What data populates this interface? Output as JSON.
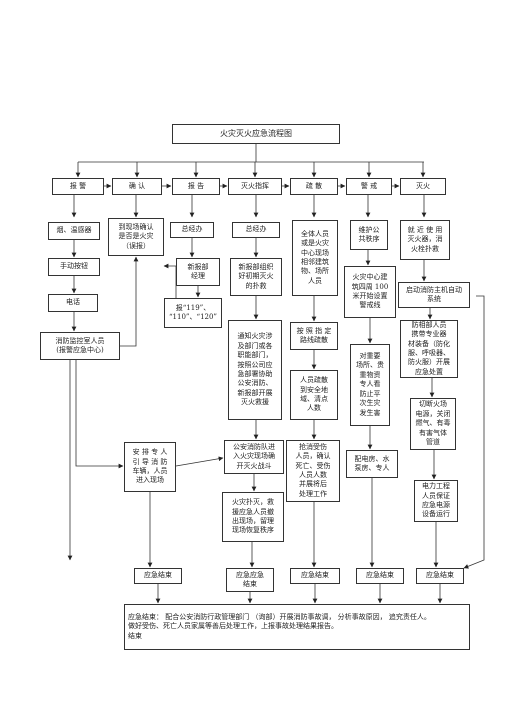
{
  "title": "火灾灭火应急流程图",
  "stages": [
    "报 警",
    "确 认",
    "报 告",
    "灭火指挥",
    "疏 散",
    "警 戒",
    "灭火"
  ],
  "nodes": {
    "smoke_detector": "烟、温感器",
    "manual_button": "手动按钮",
    "phone": "电话",
    "fire_control_room": "消防监控室人员\n(报警应急中心)",
    "onsite_confirm": "到现场确认\n是否是火灾\n（误报）",
    "gm_report": "总经办",
    "news_dept": "新报部\n经理",
    "call_119": "报“119”、\n“110”、“120”",
    "guide_firetruck": "安 排 专 人\n引 导 消 防\n车辆，人员\n进入现场",
    "cmd_gm": "总经办",
    "cmd_org": "新报部组织\n好初期灭火\n的扑救",
    "cmd_notify": "通知火灾涉\n及部门或各\n职能部门，\n按照公司应\n急部署协助\n公安消防、\n新报部开展\n灭火救援",
    "cmd_police_arrive": "公安消防队进\n入火灾现场确\n开灭火战斗",
    "cmd_after": "火灾扑灭，救\n援应急人员撤\n出现场，留理\n现场恢复秩序",
    "evac_all": "全体人员\n或是火灾\n中心现场\n相邻建筑\n物、场所\n人员",
    "evac_route": "按 照 指 定\n路线疏散",
    "evac_safe": "人员疏散\n到安全地\n域、清点\n人数",
    "evac_rescue": "抢消受伤\n人员，确认\n死亡、受伤\n人员人数\n并展将后\n处理工作",
    "guard_order": "维护公\n共秩序",
    "guard_zone": "火灾中心建\n筑四周 100\n米开始设置\n警戒线",
    "guard_items": "对重要\n场所、贵\n重物资\n专人看\n防止平\n次生灾\n发生害",
    "guard_power": "配电房、水\n泵房、专人",
    "fire_extinguish": "就 近 使 用\n灭火器，消\n火栓扑救",
    "fire_auto": "启动消防主机自动\n系统",
    "fire_team": "防相部人员\n携带专业器\n材装备（防化\n服、呼吸器、\n防火服）开展\n应急处置",
    "fire_cutoff": "切断火场\n电源，关闭\n燃气、有毒\n有害气体\n管道",
    "fire_power": "电力工程\n人员保证\n应急电源\n设备运行",
    "end_1": "应急结束",
    "end_2": "应急应急\n结束",
    "end_3": "应急结束",
    "end_4": "应急结束",
    "end_5": "应急结束",
    "final": "应急结束：  配合公安消防行政管理部门    （询部）开展消防事故调，  分析事故原因，  追究责任人。\n做好受伤、死亡人员家属等善后处理工作，上报事故处理结果报告。\n结束"
  }
}
